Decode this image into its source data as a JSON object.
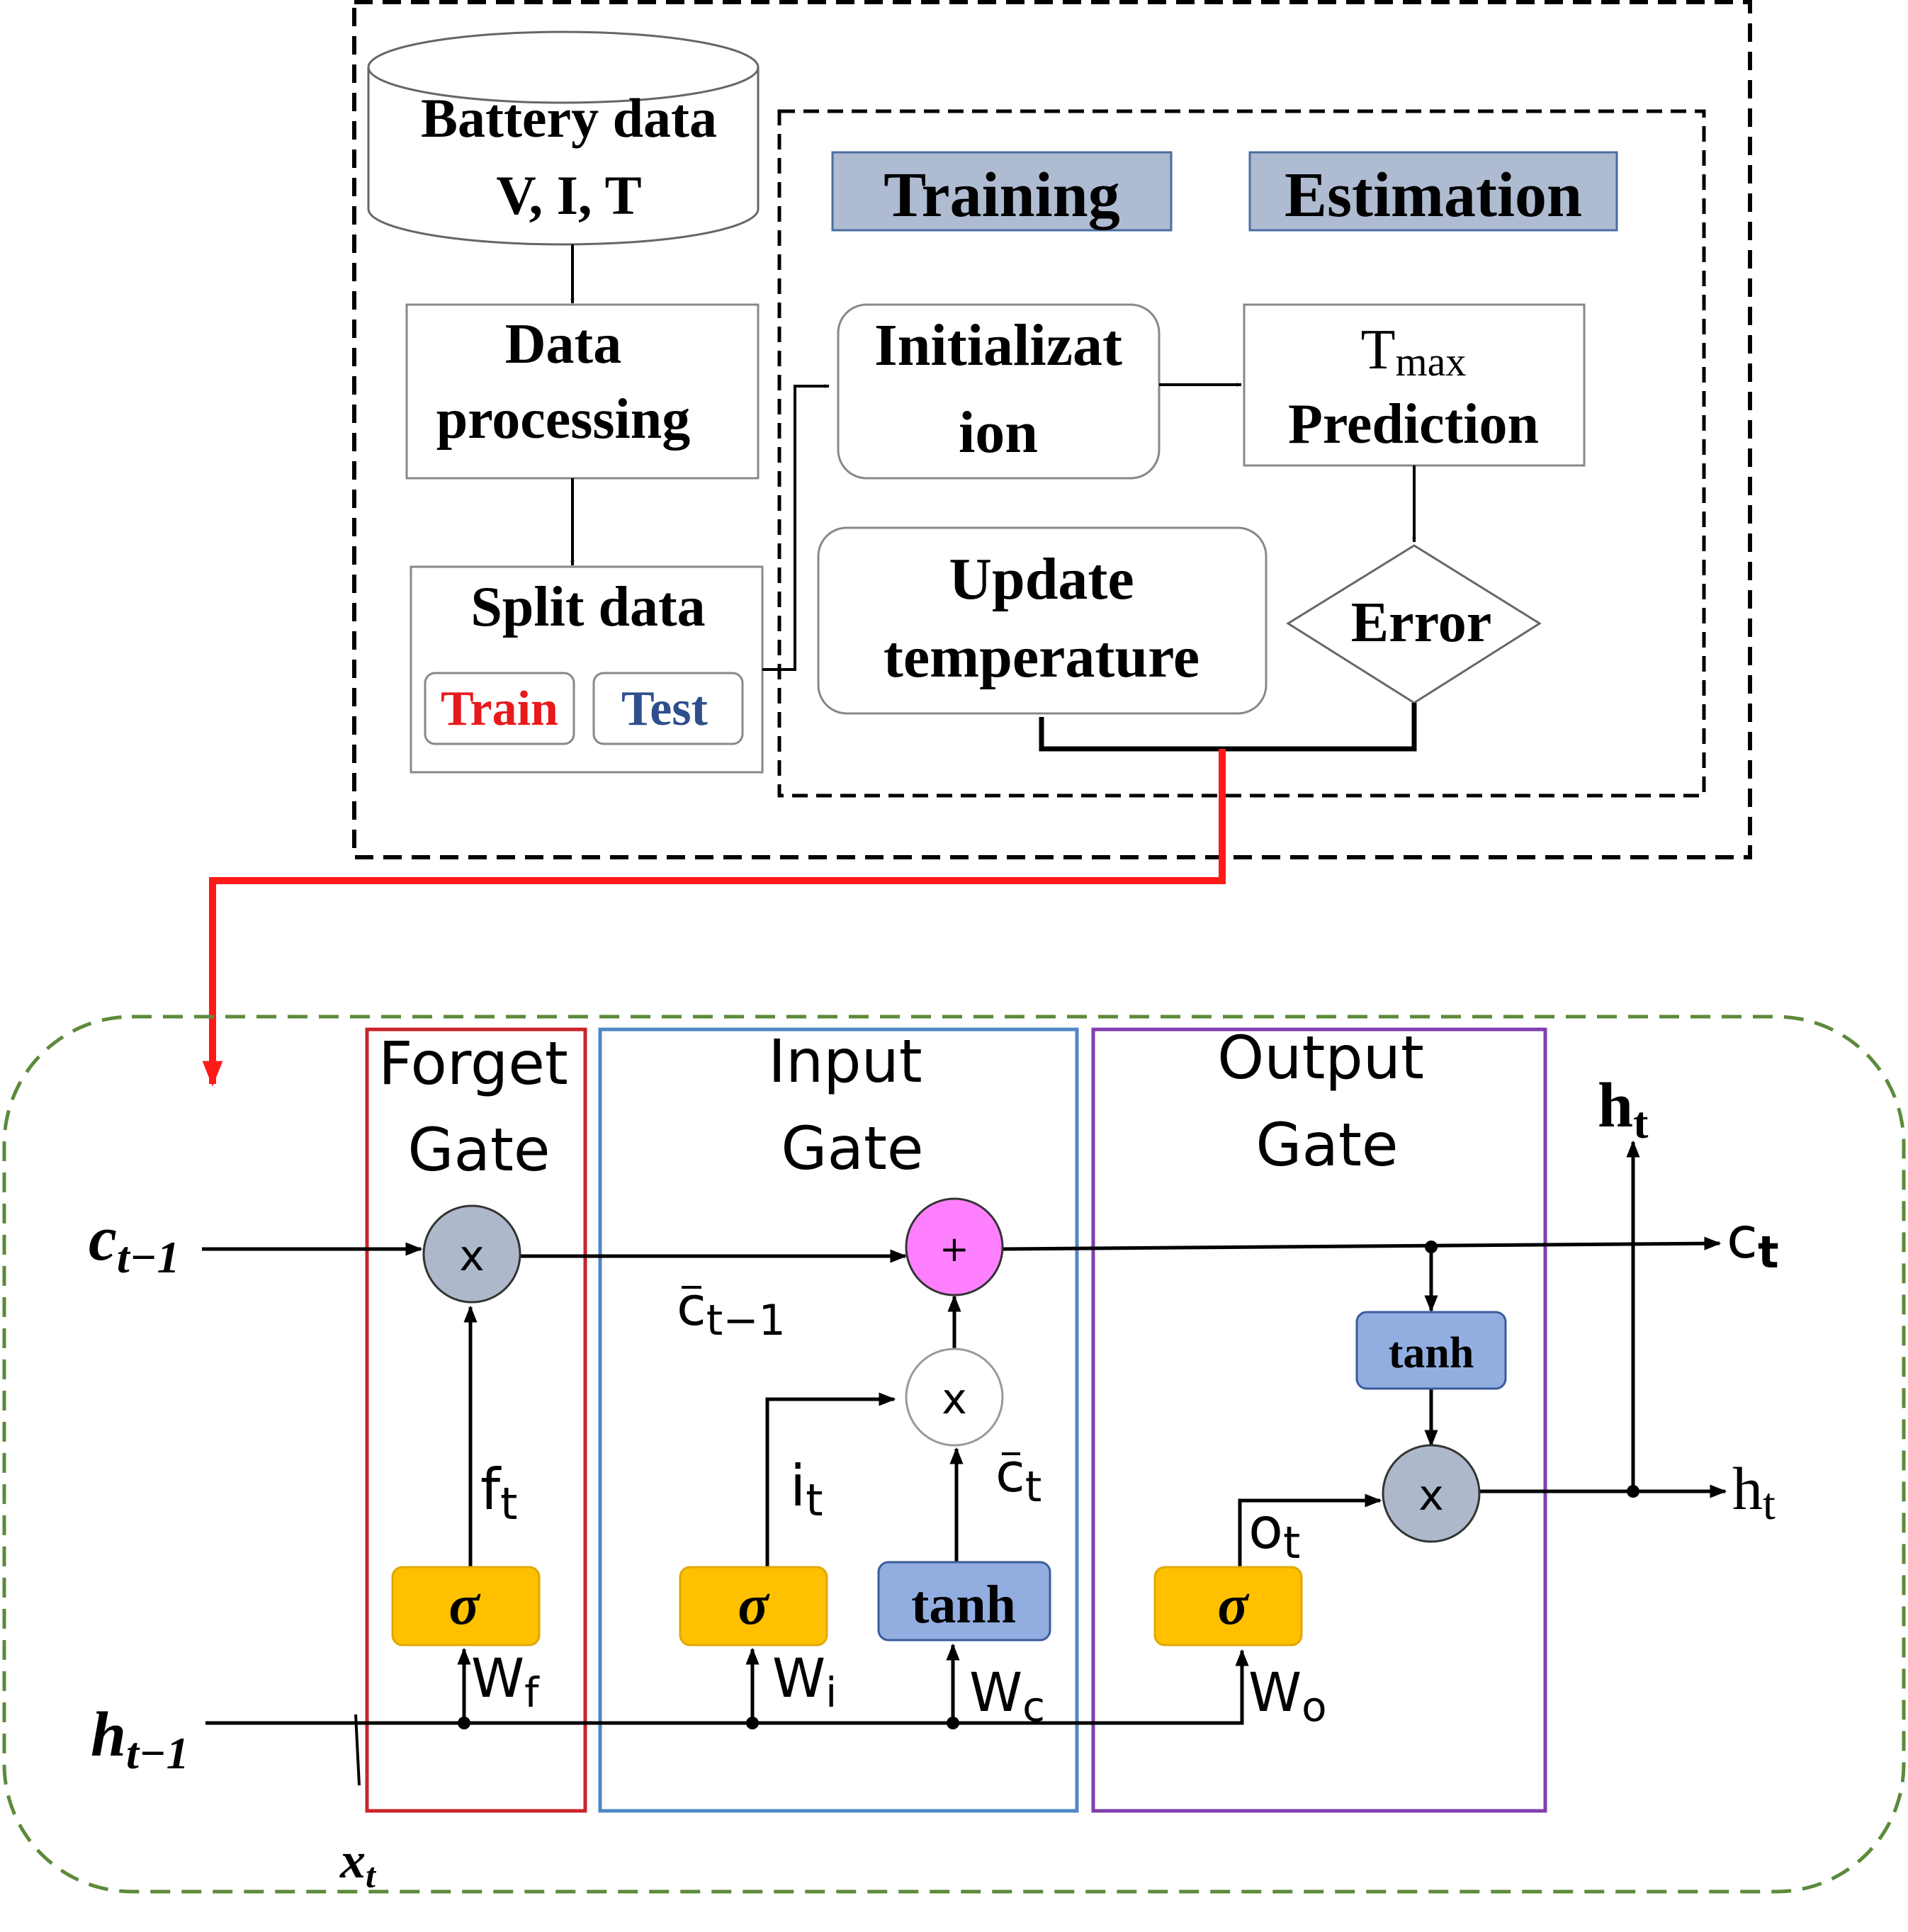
{
  "flowchart": {
    "battery": {
      "line1": "Battery data",
      "line2": "V, I, T"
    },
    "data_processing": {
      "line1": "Data",
      "line2": "processing"
    },
    "split": {
      "title": "Split data",
      "train": "Train",
      "test": "Test"
    },
    "training_label": "Training",
    "estimation_label": "Estimation",
    "init": {
      "line1": "Initializat",
      "line2": "ion"
    },
    "tmax": {
      "t": "T",
      "sub": "max",
      "line2": "Prediction"
    },
    "update": {
      "line1": "Update",
      "line2": "temperature"
    },
    "error": "Error"
  },
  "lstm": {
    "forget_gate": {
      "line1": "Forget",
      "line2": "Gate"
    },
    "input_gate": {
      "line1": "Input",
      "line2": "Gate"
    },
    "output_gate": {
      "line1": "Output",
      "line2": "Gate"
    },
    "ops": {
      "multiply": "x",
      "add": "+",
      "sigma": "σ",
      "tanh": "tanh"
    },
    "labels": {
      "c_prev": {
        "base": "c",
        "sub": "t−1"
      },
      "h_prev": {
        "base": "h",
        "sub": "t−1"
      },
      "x_t": {
        "base": "x",
        "sub": "t"
      },
      "c_bar_prev": {
        "base": "c",
        "sub": "t−1"
      },
      "f_t": {
        "base": "f",
        "sub": "t"
      },
      "i_t": {
        "base": "i",
        "sub": "t"
      },
      "c_bar_t": {
        "base": "c",
        "sub": "t"
      },
      "o_t": {
        "base": "o",
        "sub": "t"
      },
      "w_f": {
        "base": "W",
        "sub": "f"
      },
      "w_i": {
        "base": "W",
        "sub": "i"
      },
      "w_c": {
        "base": "W",
        "sub": "c"
      },
      "w_o": {
        "base": "W",
        "sub": "o"
      },
      "c_t": {
        "base": "c",
        "sub": "t"
      },
      "h_t_right": {
        "base": "h",
        "sub": "t"
      },
      "h_t_top": {
        "base": "h",
        "sub": "t"
      }
    }
  },
  "colors": {
    "gate_header_fill": "#aebbd1",
    "gate_header_stroke": "#4a6ea0",
    "train_text": "#e8191b",
    "test_text": "#2e4f8c",
    "red_arrow": "#ff1a1a",
    "forget_border": "#c8232c",
    "input_border": "#4f87c5",
    "output_border": "#7f3fb0",
    "lstm_border": "#5c8a3a",
    "sigma_fill": "#ffc000",
    "tanh_fill": "#92aee0",
    "tanh_stroke": "#3a5c9c",
    "multiply_fill": "#adb9ca",
    "add_fill": "#ff80ff"
  }
}
